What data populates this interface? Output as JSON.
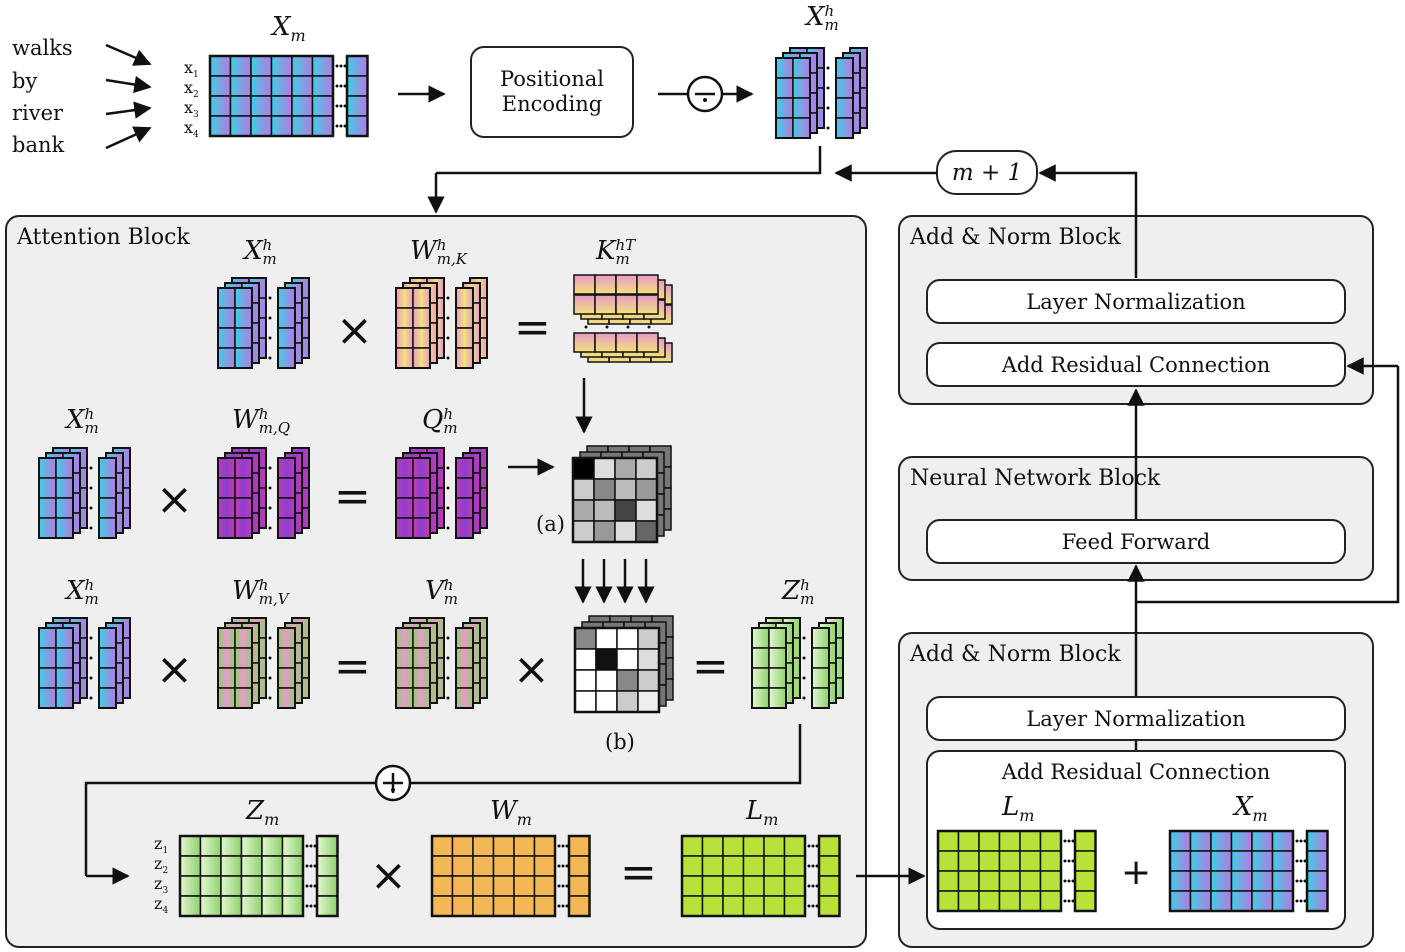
{
  "input_words": [
    "walks",
    "by",
    "river",
    "bank"
  ],
  "token_labels": [
    "x",
    "x",
    "x",
    "x"
  ],
  "token_subs": [
    "1",
    "2",
    "3",
    "4"
  ],
  "z_labels": [
    "z",
    "z",
    "z",
    "z"
  ],
  "positional_encoding": {
    "line1": "Positional",
    "line2": "Encoding"
  },
  "loop_label": "m + 1",
  "attention_block": {
    "title": "Attention Block",
    "label_a": "(a)",
    "label_b": "(b)"
  },
  "top_add_norm": {
    "title": "Add & Norm Block",
    "layer_norm": "Layer Normalization",
    "add_residual": "Add Residual Connection"
  },
  "nn_block": {
    "title": "Neural Network Block",
    "feed_forward": "Feed Forward"
  },
  "bottom_add_norm": {
    "title": "Add & Norm Block",
    "layer_norm": "Layer Normalization",
    "add_residual": "Add Residual Connection"
  },
  "symbols": {
    "times": "×",
    "equals": "=",
    "plus": "+"
  },
  "math": {
    "Xm": {
      "base": "X",
      "sub": "m",
      "sup": ""
    },
    "Xmh": {
      "base": "X",
      "sub": "m",
      "sup": "h"
    },
    "WmK": {
      "base": "W",
      "sub": "m,K",
      "sup": "h"
    },
    "KmhT": {
      "base": "K",
      "sub": "m",
      "sup": "hT"
    },
    "WmQ": {
      "base": "W",
      "sub": "m,Q",
      "sup": "h"
    },
    "Qmh": {
      "base": "Q",
      "sub": "m",
      "sup": "h"
    },
    "WmV": {
      "base": "W",
      "sub": "m,V",
      "sup": "h"
    },
    "Vmh": {
      "base": "V",
      "sub": "m",
      "sup": "h"
    },
    "Zmh": {
      "base": "Z",
      "sub": "m",
      "sup": "h"
    },
    "Zm": {
      "base": "Z",
      "sub": "m",
      "sup": ""
    },
    "Wm": {
      "base": "W",
      "sub": "m",
      "sup": ""
    },
    "Lm": {
      "base": "L",
      "sub": "m",
      "sup": ""
    }
  },
  "colors": {
    "cyan": "#3ecfe6",
    "violet": "#b779e0",
    "magenta": "#c53bb0",
    "purple": "#8a3fd0",
    "pink": "#e99ac9",
    "yellow": "#f1e27a",
    "green": "#8ed16e",
    "light_green": "#e4f7d2",
    "lime": "#b8e23a",
    "orange": "#f3b755",
    "box_fill": "#efefef"
  }
}
